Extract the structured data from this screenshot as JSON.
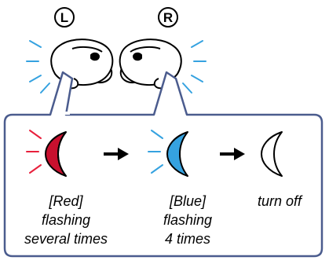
{
  "earbuds": {
    "left_label": "L",
    "right_label": "R"
  },
  "steps": [
    {
      "lines": [
        "[Red]",
        "flashing",
        "several times"
      ],
      "color": "#c8102e",
      "ray_color": "#e8203c"
    },
    {
      "lines": [
        "[Blue]",
        "flashing",
        "4 times"
      ],
      "color": "#35a2e0",
      "ray_color": "#35a2e0"
    },
    {
      "lines": [
        "turn off"
      ],
      "color": "#ffffff"
    }
  ],
  "colors": {
    "panel_border": "#4b5c8e",
    "indicator_rays": "#35a2e0",
    "arrow": "#000000"
  },
  "icons": [
    "arrow-right-icon",
    "arrow-right-icon"
  ]
}
